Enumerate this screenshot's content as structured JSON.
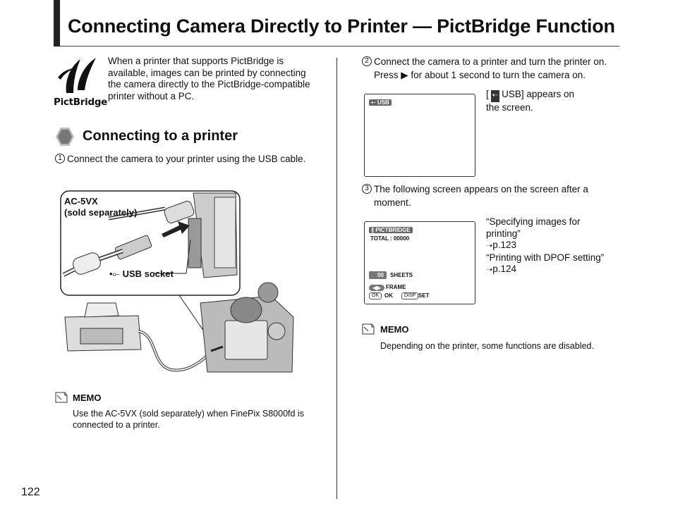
{
  "header": {
    "title": "Connecting Camera Directly to Printer — PictBridge Function"
  },
  "logo": {
    "brand_word": "PictBridge"
  },
  "intro": {
    "text": "When a printer that supports PictBridge is available, images can be printed by connecting the camera directly to the PictBridge-compatible printer without a PC."
  },
  "section": {
    "title": "Connecting to a printer"
  },
  "steps": [
    {
      "num": "1",
      "text": "Connect the camera to your printer using the USB cable."
    },
    {
      "num": "2",
      "text": "Connect the camera to a printer and turn the printer on. Press ▶ for about 1 second to turn the camera on."
    },
    {
      "num": "3",
      "text": "The following screen appears on the screen after a moment."
    }
  ],
  "illustration": {
    "adapter_label_line1": "AC-5VX",
    "adapter_label_line2": "(sold separately)",
    "usb_socket_label": "USB socket"
  },
  "memo_left": {
    "label": "MEMO",
    "text": "Use the AC-5VX (sold separately) when FinePix S8000fd is connected to a printer."
  },
  "lcd_usb": {
    "tag": "USB"
  },
  "usb_note": {
    "text_after_icon": "USB] appears on",
    "line2": "the screen."
  },
  "lcd_pictbridge": {
    "tag": "PICTBRIDGE",
    "total": "TOTAL : 00000",
    "count": "00",
    "sheets": "SHEETS",
    "frame": "FRAME",
    "ok_btn": "OK",
    "ok_label": "OK",
    "disp_btn": "DISP",
    "set_label": "SET"
  },
  "refs": {
    "line1": "“Specifying images for",
    "line2": "printing”",
    "ref1": "p.123",
    "line3": "“Printing with DPOF setting”",
    "ref2": "p.124"
  },
  "memo_right": {
    "label": "MEMO",
    "text": "Depending on the printer, some functions are disabled."
  },
  "page": {
    "number": "122"
  }
}
